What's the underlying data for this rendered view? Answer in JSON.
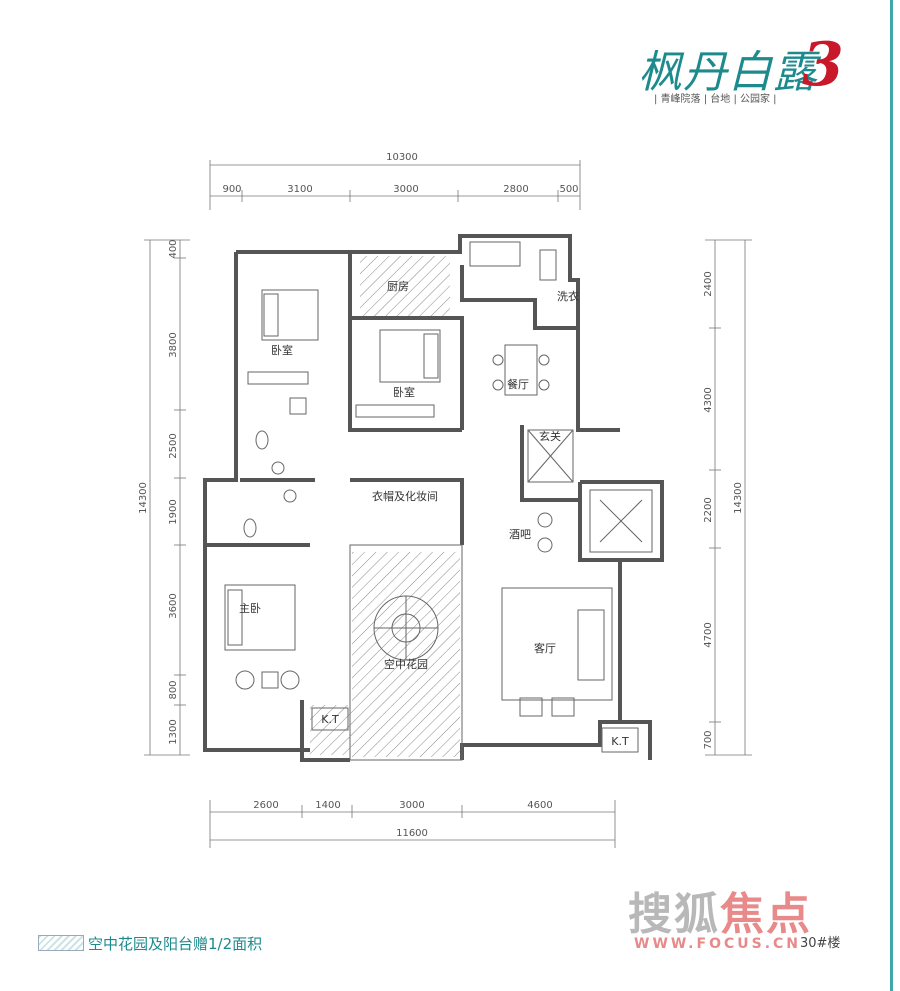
{
  "brand": {
    "title": "枫丹白露",
    "number": "3",
    "slogan": "| 青峰院落 | 台地 | 公园家 |"
  },
  "watermark": {
    "name": "搜狐",
    "name_red": "焦点",
    "url": "WWW.FOCUS.CN"
  },
  "legend": {
    "text": "空中花园及阳台赠1/2面积"
  },
  "model_no": "30#楼",
  "dimensions": {
    "top_total": "10300",
    "top_segments": [
      "900",
      "3100",
      "3000",
      "2800",
      "500"
    ],
    "bottom_total": "11600",
    "bottom_segments": [
      "2600",
      "1400",
      "3000",
      "4600"
    ],
    "left_total": "14300",
    "left_segments": [
      "400",
      "3800",
      "2500",
      "1900",
      "3600",
      "800",
      "1300"
    ],
    "right_total": "14300",
    "right_segments": [
      "2400",
      "4300",
      "2200",
      "4700",
      "700"
    ]
  },
  "rooms": {
    "bedroom1": "卧室",
    "bedroom2": "卧室",
    "master": "主卧",
    "kitchen": "厨房",
    "dining": "餐厅",
    "living": "客厅",
    "entry": "玄关",
    "bar": "酒吧",
    "wardrobe": "衣帽及化妆间",
    "garden": "空中花园",
    "laundry": "洗衣",
    "kt1": "K.T",
    "kt2": "K.T"
  }
}
